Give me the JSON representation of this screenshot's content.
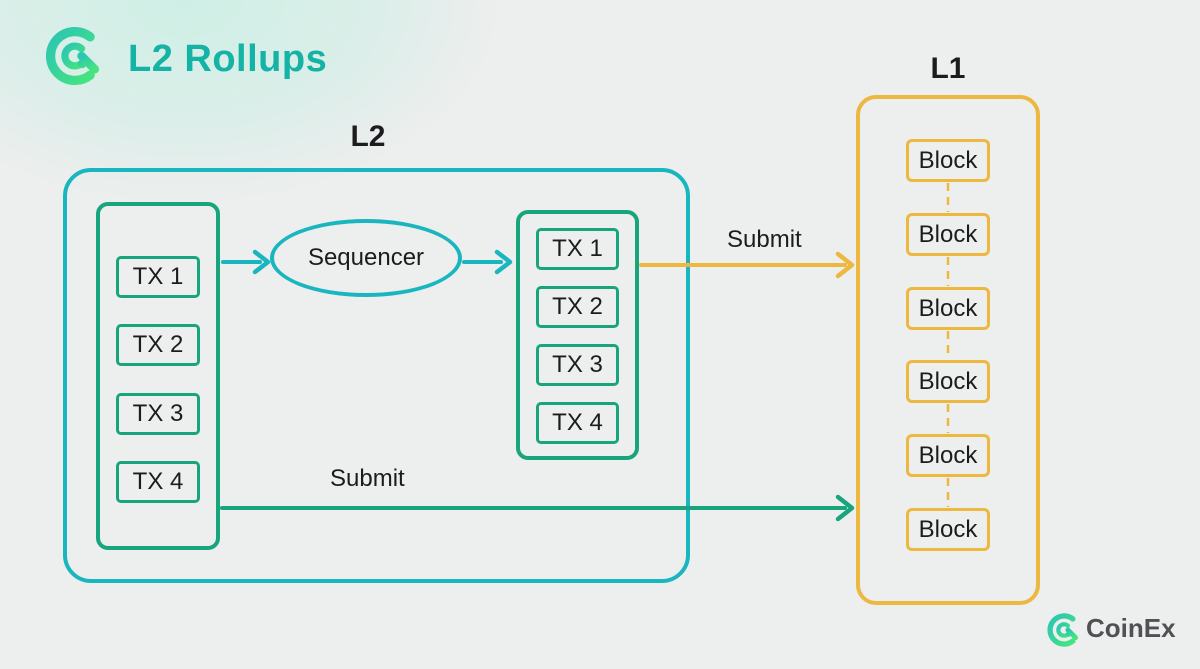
{
  "colors": {
    "background": "#edeeee",
    "cyan": "#1ab6c0",
    "green": "#18a57d",
    "orange": "#ecb83f",
    "title_teal": "#15b3a6",
    "text_dark": "#1c1c1e",
    "footer_text": "#4f5154",
    "logo_gradient_start": "#2cc4b4",
    "logo_gradient_end": "#45e57e"
  },
  "header": {
    "logo": "coinex-logo",
    "title": "L2 Rollups"
  },
  "diagram": {
    "l2": {
      "label": "L2",
      "mempool": {
        "items": [
          "TX 1",
          "TX 2",
          "TX 3",
          "TX 4"
        ]
      },
      "sequencer_label": "Sequencer",
      "ordered": {
        "items": [
          "TX 1",
          "TX 2",
          "TX 3",
          "TX 4"
        ]
      }
    },
    "arrows": {
      "submit_top_label": "Submit",
      "submit_bottom_label": "Submit"
    },
    "l1": {
      "label": "L1",
      "blocks": [
        "Block",
        "Block",
        "Block",
        "Block",
        "Block",
        "Block"
      ]
    }
  },
  "footer": {
    "brand": "CoinEx"
  }
}
